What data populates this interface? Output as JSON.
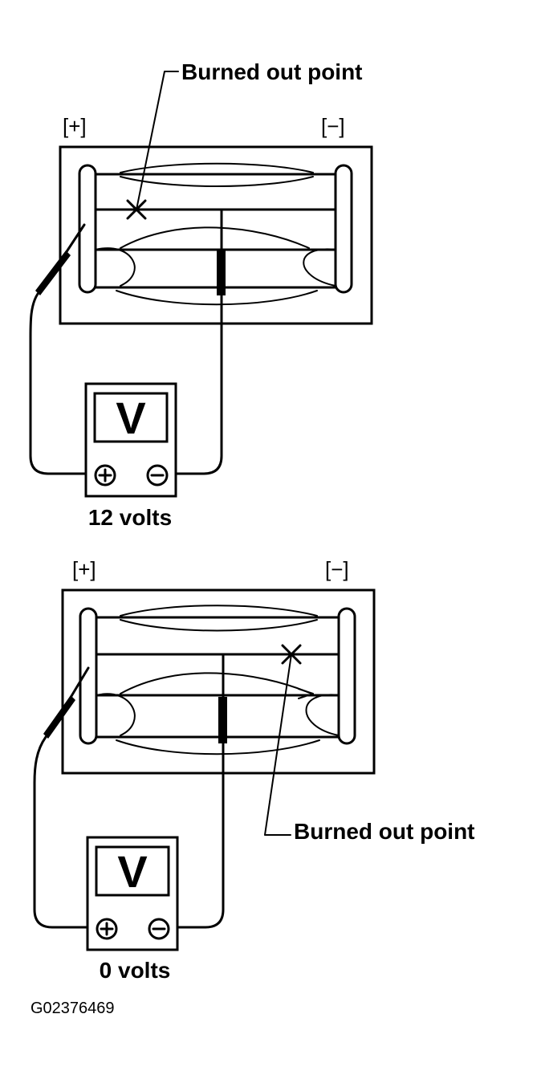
{
  "diagram": {
    "top": {
      "positive_label": "[+]",
      "negative_label": "[−]",
      "annotation": "Burned out point",
      "meter_symbol": "V",
      "reading": "12 volts"
    },
    "bottom": {
      "positive_label": "[+]",
      "negative_label": "[−]",
      "annotation": "Burned out point",
      "meter_symbol": "V",
      "reading": "0 volts"
    },
    "figure_code": "G02376469"
  }
}
